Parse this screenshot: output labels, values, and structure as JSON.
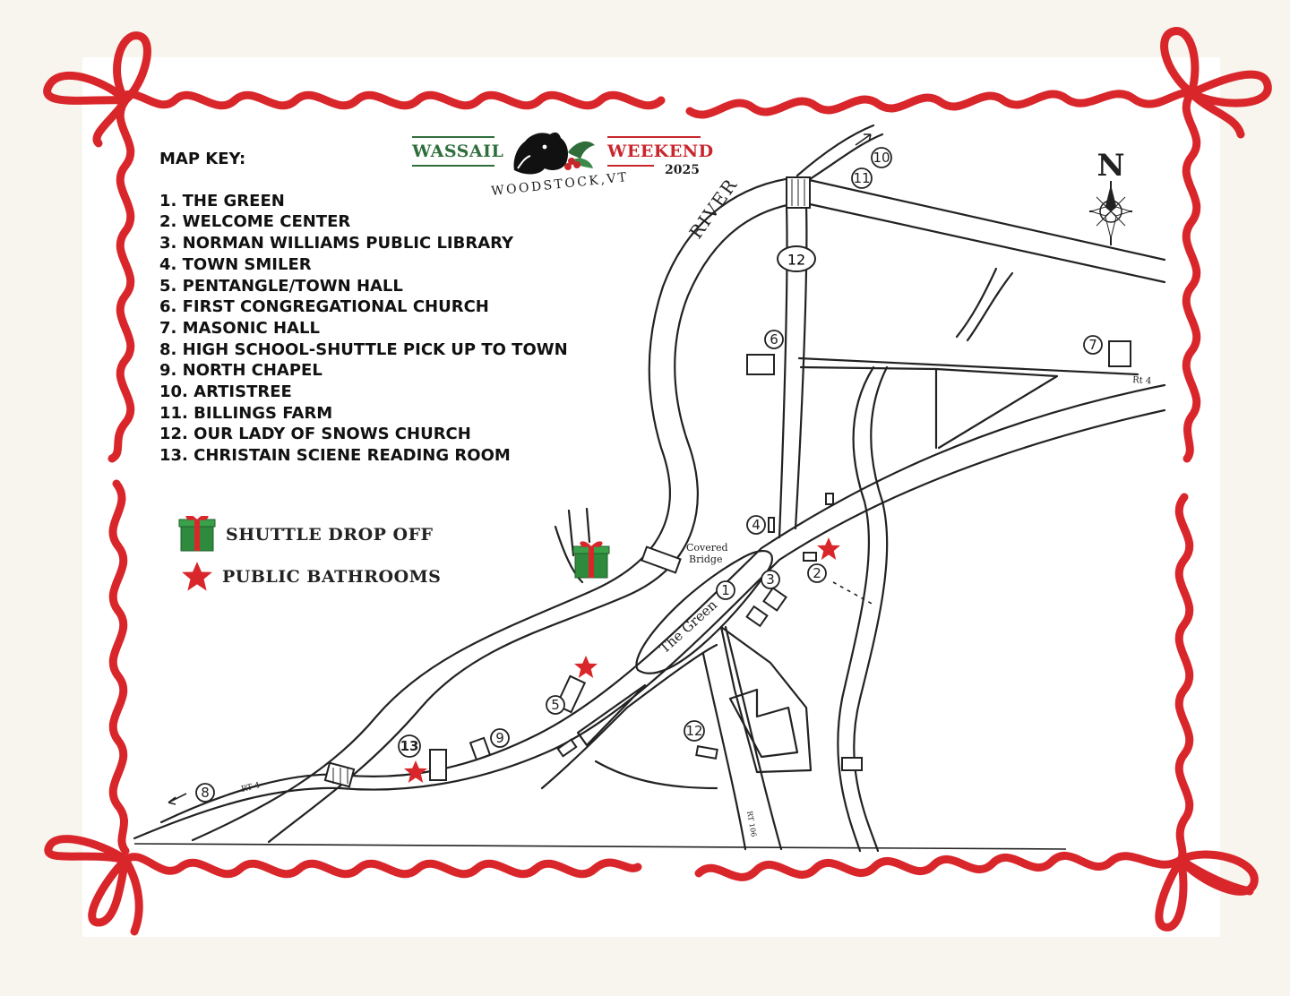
{
  "logo": {
    "left_word": "WASSAIL",
    "right_word": "WEEKEND",
    "year": "2025",
    "place": "WOODSTOCK,VT",
    "colors": {
      "green": "#2f6e3b",
      "red": "#c8262c"
    }
  },
  "map_key": {
    "title": "MAP KEY:",
    "items": [
      "1. THE GREEN",
      "2. WELCOME CENTER",
      "3. NORMAN WILLIAMS PUBLIC LIBRARY",
      "4. TOWN SMILER",
      "5. PENTANGLE/TOWN HALL",
      "6. FIRST CONGREGATIONAL CHURCH",
      "7. MASONIC HALL",
      "8. HIGH SCHOOL-SHUTTLE PICK UP TO TOWN",
      "9. NORTH CHAPEL",
      "10. ARTISTREE",
      "11. BILLINGS FARM",
      "12. OUR LADY OF SNOWS CHURCH",
      "13. CHRISTAIN SCIENE READING ROOM"
    ]
  },
  "legend": {
    "shuttle": {
      "label": "SHUTTLE DROP OFF",
      "icon": "gift-icon"
    },
    "bathrooms": {
      "label": "PUBLIC BATHROOMS",
      "icon": "star-icon"
    }
  },
  "map_labels": {
    "river": "RIVER",
    "green": "The Green",
    "covered_bridge_1": "Covered",
    "covered_bridge_2": "Bridge",
    "rt4_east": "Rt 4",
    "rt4_west": "RT 4",
    "rt106": "RT 106",
    "route12": "12",
    "north": "N"
  },
  "markers": [
    "1",
    "2",
    "3",
    "4",
    "5",
    "6",
    "7",
    "8",
    "9",
    "10",
    "11",
    "12",
    "13"
  ],
  "colors": {
    "ribbon": "#d9262b",
    "star": "#d9262b",
    "gift_green": "#2e8b3d",
    "gift_ribbon": "#d9262b"
  }
}
